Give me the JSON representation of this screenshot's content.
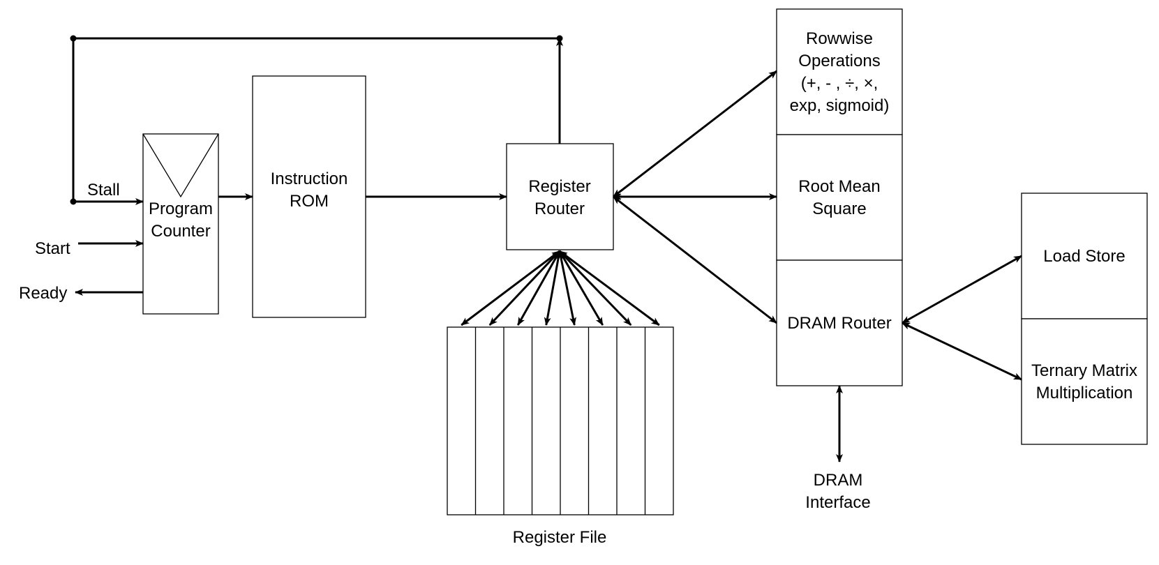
{
  "labels": {
    "stall": "Stall",
    "start": "Start",
    "ready": "Ready",
    "program_counter": [
      "Program",
      "Counter"
    ],
    "instruction_rom": [
      "Instruction",
      "ROM"
    ],
    "register_router": [
      "Register",
      "Router"
    ],
    "register_file": "Register File",
    "rowwise_operations": [
      "Rowwise",
      "Operations",
      "(+, - , ÷, ×,",
      "exp, sigmoid)"
    ],
    "root_mean_square": [
      "Root Mean",
      "Square"
    ],
    "dram_router": "DRAM Router",
    "dram_interface": [
      "DRAM",
      "Interface"
    ],
    "load_store": "Load Store",
    "ternary_matrix_multiplication": [
      "Ternary Matrix",
      "Multiplication"
    ]
  },
  "register_file_cells": 8
}
